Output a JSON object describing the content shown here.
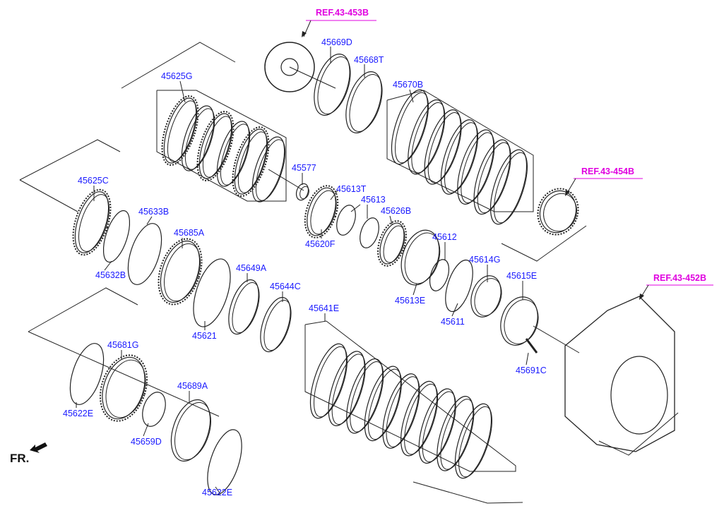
{
  "colors": {
    "part_label": "#1a1aff",
    "reference_label": "#e000e0",
    "linework": "#222222"
  },
  "references": [
    "REF.43-453B",
    "REF.43-454B",
    "REF.43-452B"
  ],
  "labels": [
    "45669D",
    "45668T",
    "45625G",
    "45670B",
    "45577",
    "45625C",
    "45613T",
    "45613",
    "45633B",
    "45626B",
    "45685A",
    "45612",
    "45620F",
    "45614G",
    "45632B",
    "45649A",
    "45615E",
    "45644C",
    "45613E",
    "45641E",
    "45611",
    "45621",
    "45681G",
    "45691C",
    "45689A",
    "45622E",
    "45659D",
    "45622E"
  ],
  "front_marker": {
    "text": "FR.",
    "icon": "front-direction-arrow-icon"
  }
}
